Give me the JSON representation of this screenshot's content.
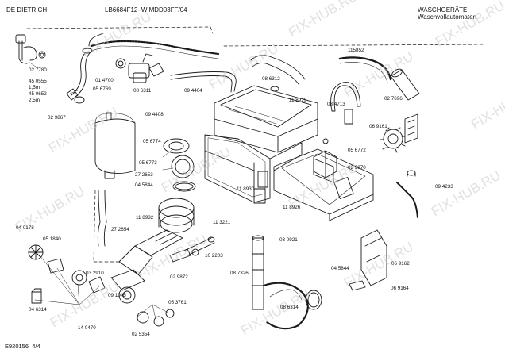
{
  "header": {
    "brand": "DE DIETRICH",
    "model": "LB6684F12–WIMDD03FF/04",
    "category": "WASCHGERÄTE",
    "subcategory": "Waschvollautomaten"
  },
  "footer": {
    "doc_id": "E920156–4/4"
  },
  "watermark": "FIX-HUB.RU",
  "parts": [
    "02 7780",
    "45 0555",
    "1,5m",
    "45 0652",
    "2,5m",
    "01 4700",
    "05 6769",
    "08 6311",
    "09 4404",
    "08 6312",
    "115852",
    "02 9867",
    "09 4408",
    "11 8929",
    "08 4713",
    "02 7696",
    "05 6774",
    "06 9161",
    "05 6772",
    "05 6773",
    "27 2653",
    "04 5844",
    "11 8930",
    "02 9870",
    "09 4233",
    "11 8932",
    "27 2654",
    "11 3221",
    "11 8926",
    "04 0178",
    "05 1840",
    "03 0921",
    "10 2203",
    "02 9872",
    "08 7326",
    "03 2910",
    "04 5844",
    "06 9162",
    "09 1045",
    "05 3761",
    "08 6314",
    "06 9164",
    "04 6314",
    "14 0470",
    "02 5354"
  ]
}
